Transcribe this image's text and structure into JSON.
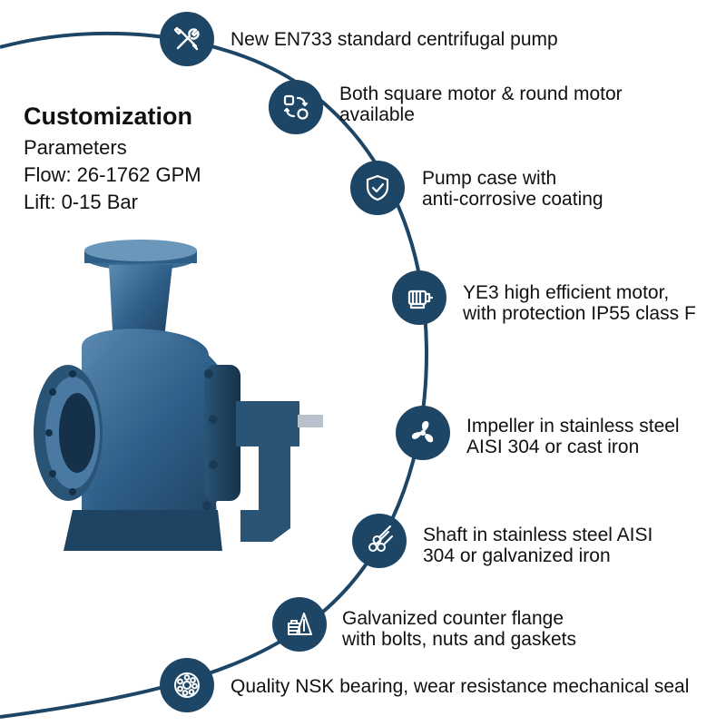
{
  "heading": {
    "title": "Customization",
    "parameters_label": "Parameters",
    "flow": "Flow: 26-1762 GPM",
    "lift": "Lift: 0-15 Bar"
  },
  "features": [
    {
      "icon": "wrench-screwdriver-icon",
      "line1": "New EN733 standard centrifugal pump",
      "line2": ""
    },
    {
      "icon": "convert-shapes-icon",
      "line1": "Both square motor & round motor",
      "line2": "available"
    },
    {
      "icon": "shield-check-icon",
      "line1": "Pump case with",
      "line2": "anti-corrosive coating"
    },
    {
      "icon": "motor-icon",
      "line1": "YE3 high efficient motor,",
      "line2": "with protection IP55 class F"
    },
    {
      "icon": "fan-impeller-icon",
      "line1": "Impeller in stainless steel",
      "line2": "AISI 304 or cast iron"
    },
    {
      "icon": "shaft-rods-icon",
      "line1": "Shaft in stainless steel AISI",
      "line2": "304 or galvanized iron"
    },
    {
      "icon": "flange-ruler-icon",
      "line1": "Galvanized counter flange",
      "line2": "with bolts, nuts and gaskets"
    },
    {
      "icon": "bearing-icon",
      "line1": "Quality NSK bearing, wear resistance mechanical seal",
      "line2": ""
    }
  ],
  "colors": {
    "accent": "#1d4566",
    "pump_body": "#2e5f88",
    "text": "#111111"
  }
}
